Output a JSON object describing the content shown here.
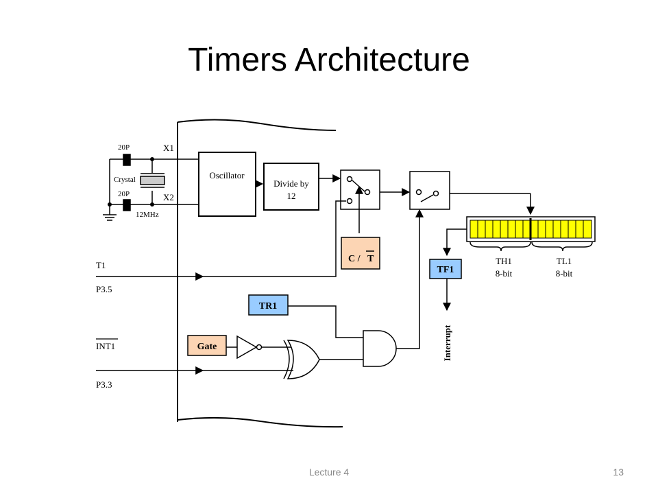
{
  "slide": {
    "title": "Timers Architecture",
    "footer_left": "Lecture 4",
    "page_number": "13"
  },
  "diagram": {
    "cap_top": "20P",
    "cap_bottom": "20P",
    "crystal": "Crystal",
    "freq": "12MHz",
    "x1": "X1",
    "x2": "X2",
    "oscillator": "Oscillator",
    "divide_line1": "Divide by",
    "divide_line2": "12",
    "ct_left": "C / ",
    "ct_bar": "T",
    "t1": "T1",
    "p35": "P3.5",
    "tr1": "TR1",
    "gate": "Gate",
    "int1": "INT1",
    "p33": "P3.3",
    "tf1": "TF1",
    "interrupt": "Interrupt",
    "th1": "TH1",
    "th1_bits": "8-bit",
    "tl1": "TL1",
    "tl1_bits": "8-bit"
  },
  "colors": {
    "register_fill": "#ffff00",
    "tf1_fill": "#99ccff",
    "tr1_fill": "#99ccff",
    "ct_fill": "#fcd5b4",
    "gate_fill": "#fcd5b4"
  }
}
